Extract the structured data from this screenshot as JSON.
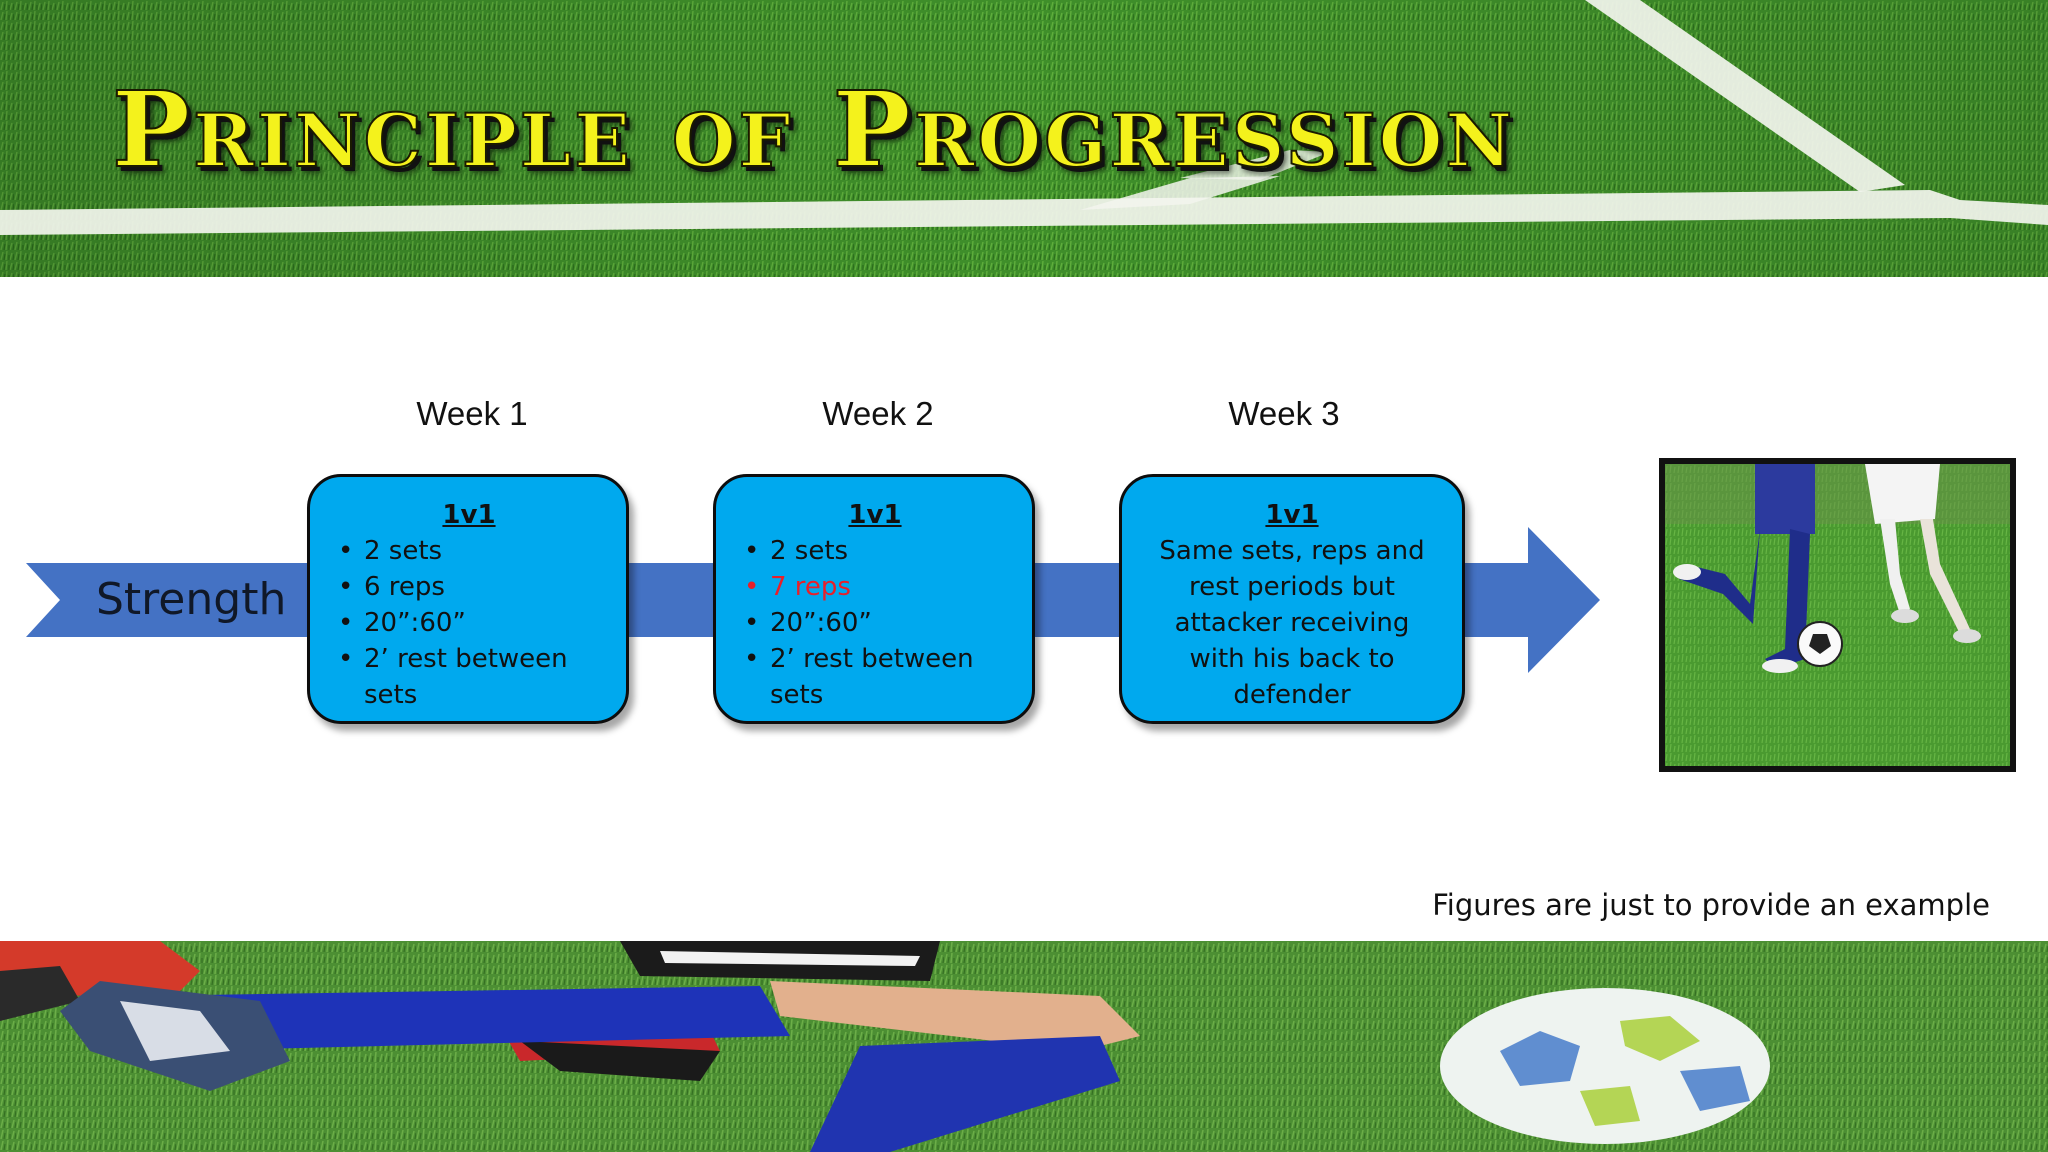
{
  "title": "Principle of Progression",
  "row_label": "Strength",
  "weeks": [
    {
      "label": "Week 1",
      "box_title": "1v1",
      "bullets": [
        {
          "text": "2 sets",
          "highlight": false
        },
        {
          "text": "6 reps",
          "highlight": false
        },
        {
          "text": "20”:60”",
          "highlight": false
        },
        {
          "text": "2’ rest between sets",
          "highlight": false
        }
      ]
    },
    {
      "label": "Week 2",
      "box_title": "1v1",
      "bullets": [
        {
          "text": "2 sets",
          "highlight": false
        },
        {
          "text": "7 reps",
          "highlight": true
        },
        {
          "text": "20”:60”",
          "highlight": false
        },
        {
          "text": "2’ rest between sets",
          "highlight": false
        }
      ]
    },
    {
      "label": "Week 3",
      "box_title": "1v1",
      "paragraph": "Same sets, reps and rest periods but attacker receiving with his back to defender"
    }
  ],
  "footnote": "Figures are just to provide an example",
  "colors": {
    "box_fill": "#00a9ee",
    "arrow_fill": "#4472c4",
    "title_fill": "#f4f21c",
    "highlight_text": "#e8202a",
    "grass": "#3f8f2a"
  },
  "images": {
    "top_banner": "soccer-field-corner-grass",
    "bottom_banner": "players-legs-and-ball",
    "side_photo": "soccer-players-dribbling"
  }
}
